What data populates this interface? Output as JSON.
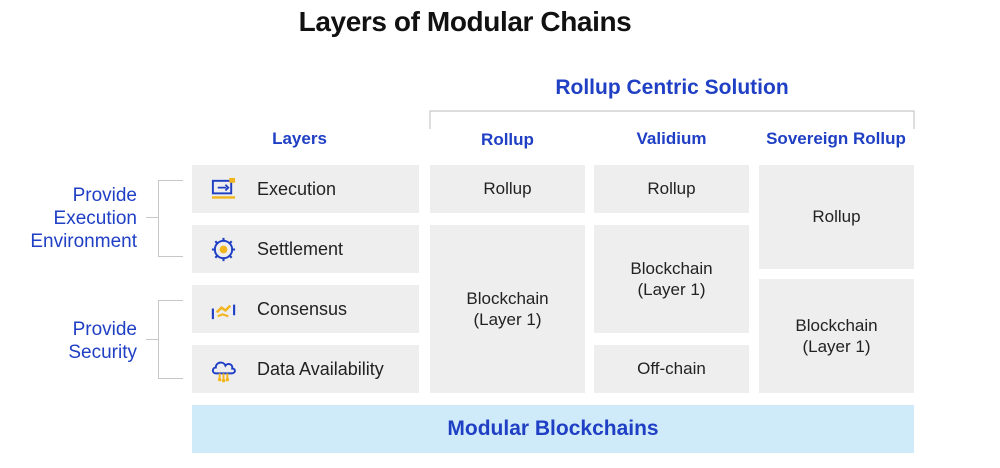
{
  "title": "Layers of Modular Chains",
  "header": {
    "rollup_centric": "Rollup Centric Solution",
    "layers": "Layers",
    "rollup": "Rollup",
    "validium": "Validium",
    "sovereign_rollup": "Sovereign Rollup"
  },
  "groups": {
    "execution_environment": "Provide\nExecution\nEnvironment",
    "security": "Provide\nSecurity"
  },
  "layers": [
    {
      "label": "Execution",
      "icon": "execution-icon"
    },
    {
      "label": "Settlement",
      "icon": "settlement-gear-icon"
    },
    {
      "label": "Consensus",
      "icon": "consensus-icon"
    },
    {
      "label": "Data Availability",
      "icon": "data-availability-cloud-icon"
    }
  ],
  "columns": {
    "rollup": {
      "execution": "Rollup",
      "base": "Blockchain\n(Layer 1)"
    },
    "validium": {
      "execution": "Rollup",
      "middle": "Blockchain\n(Layer 1)",
      "data": "Off-chain"
    },
    "sovereign": {
      "upper": "Rollup",
      "lower": "Blockchain\n(Layer 1)"
    }
  },
  "footer": "Modular Blockchains",
  "colors": {
    "blue": "#1f3fc4",
    "gold": "#f2b51e",
    "gray_box": "#eeeeee",
    "footer_bg": "#cfeaf8"
  }
}
